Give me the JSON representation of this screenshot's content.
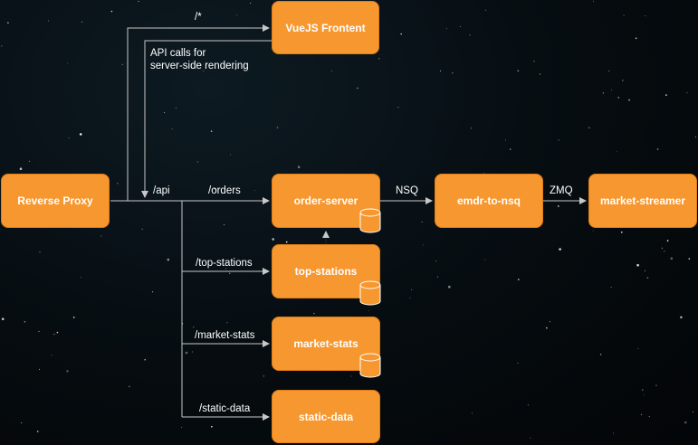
{
  "colors": {
    "box_fill": "#f7972f",
    "box_stroke": "#e07d16",
    "line": "#c8c8c8",
    "background": "#060c10"
  },
  "nodes": {
    "vuejs": "VueJS Frontent",
    "reverse_proxy": "Reverse Proxy",
    "order_server": "order-server",
    "emdr_to_nsq": "emdr-to-nsq",
    "market_streamer": "market-streamer",
    "top_stations": "top-stations",
    "market_stats": "market-stats",
    "static_data": "static-data"
  },
  "edge_labels": {
    "root": "/*",
    "api_calls_line1": "API calls for",
    "api_calls_line2": "server-side rendering",
    "api": "/api",
    "orders": "/orders",
    "nsq": "NSQ",
    "zmq": "ZMQ",
    "top_stations": "/top-stations",
    "market_stats": "/market-stats",
    "static_data": "/static-data"
  },
  "databases": [
    "order-server",
    "top-stations",
    "market-stats"
  ],
  "icons": {
    "database": "database-cylinder-icon"
  }
}
